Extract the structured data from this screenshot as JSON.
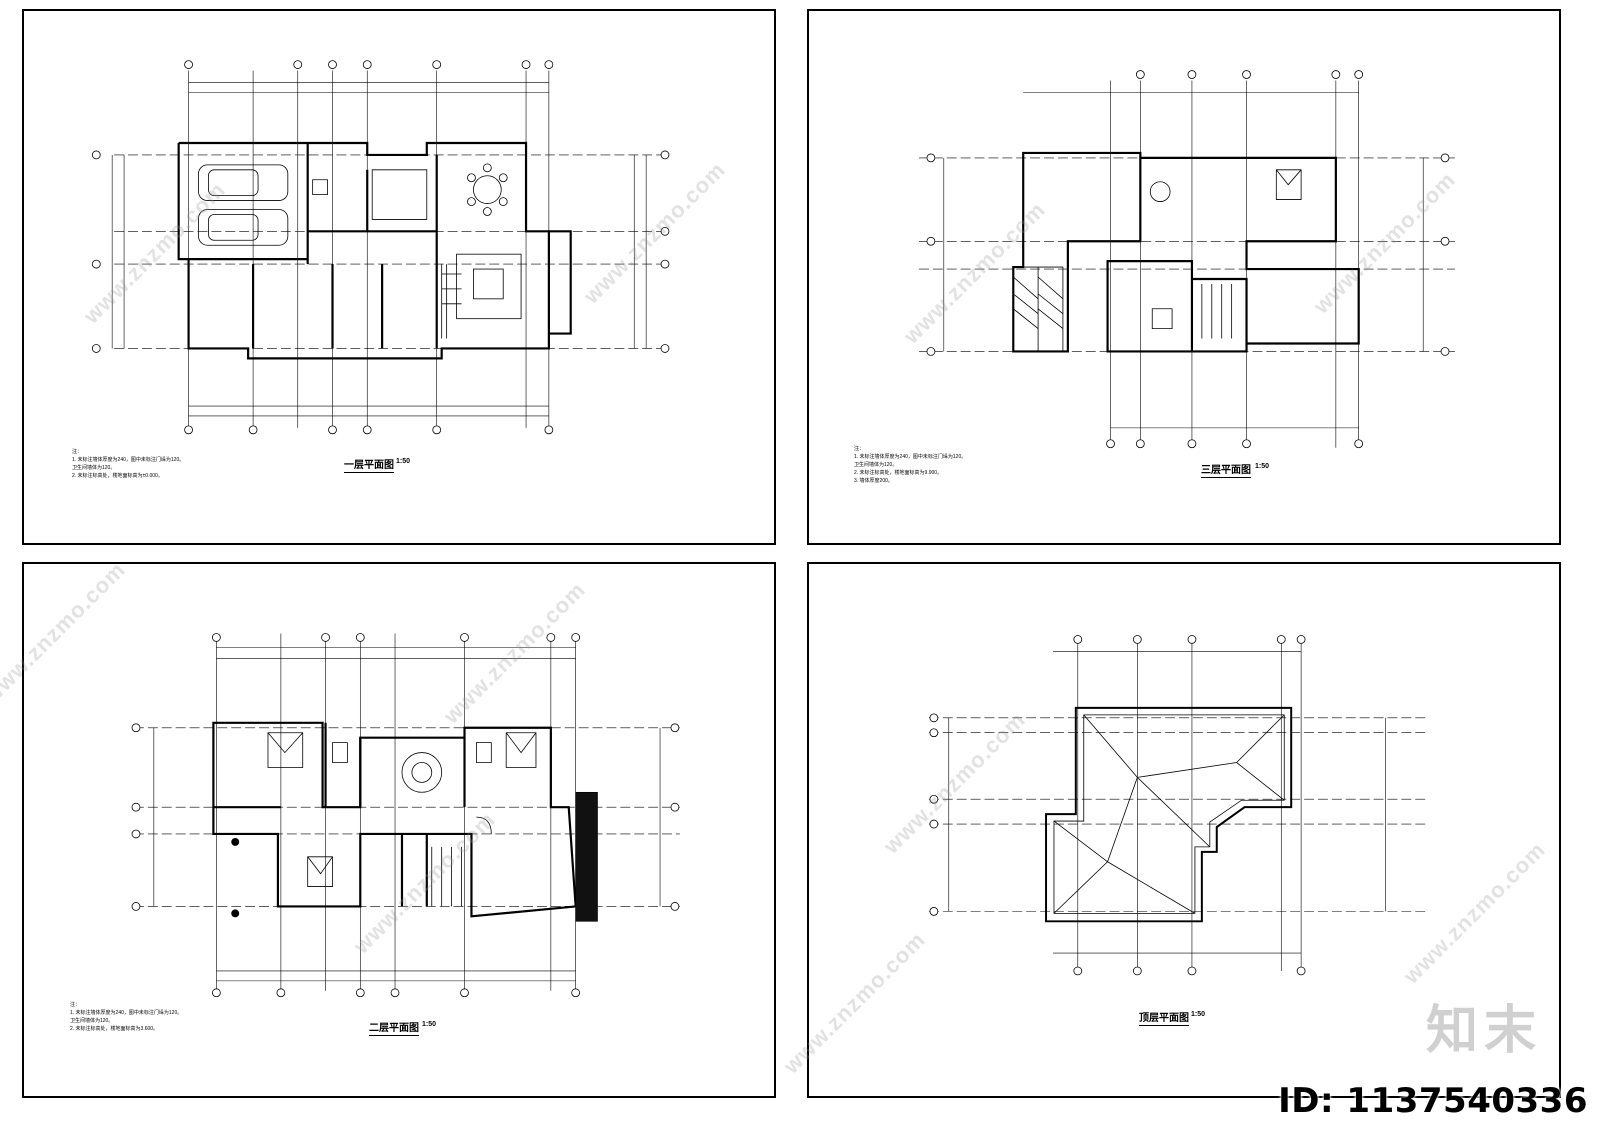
{
  "sheets": {
    "first": {
      "title": "一层平面图",
      "scale": "1:50"
    },
    "third": {
      "title": "三层平面图",
      "scale": "1:50"
    },
    "second": {
      "title": "二层平面图",
      "scale": "1:50"
    },
    "roof": {
      "title": "顶层平面图",
      "scale": "1:50"
    }
  },
  "notes": {
    "first": [
      "注：",
      "1. 未标注墙体厚度为240，图中未标注门垛为120。",
      "   卫生间墙体为120。",
      "2. 未标注标高处，楼地面标高为±0.000。"
    ],
    "third": [
      "注：",
      "1. 未标注墙体厚度为240，图中未标注门垛为120。",
      "   卫生间墙体为120。",
      "2. 未标注标高处，楼地面标高为9.900。",
      "3. 墙体厚度200。"
    ],
    "second": [
      "注：",
      "1. 未标注墙体厚度为240，图中未标注门垛为120。",
      "   卫生间墙体为120。",
      "2. 未标注标高处，楼地面标高为3.600。"
    ]
  },
  "watermark_text": "www.znzmo.com",
  "brand": {
    "logo": "知末",
    "id": "ID: 1137540336"
  }
}
